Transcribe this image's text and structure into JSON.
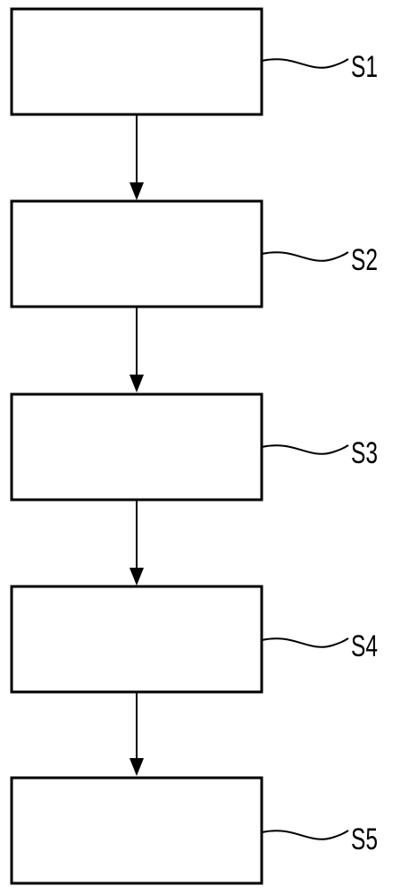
{
  "diagram": {
    "type": "flowchart",
    "direction": "top-to-bottom",
    "steps": [
      {
        "id": "s1",
        "label": "S1"
      },
      {
        "id": "s2",
        "label": "S2"
      },
      {
        "id": "s3",
        "label": "S3"
      },
      {
        "id": "s4",
        "label": "S4"
      },
      {
        "id": "s5",
        "label": "S5"
      }
    ],
    "connections": [
      {
        "from": "s1",
        "to": "s2"
      },
      {
        "from": "s2",
        "to": "s3"
      },
      {
        "from": "s3",
        "to": "s4"
      },
      {
        "from": "s4",
        "to": "s5"
      }
    ],
    "colors": {
      "stroke": "#000000",
      "background": "#ffffff"
    }
  }
}
